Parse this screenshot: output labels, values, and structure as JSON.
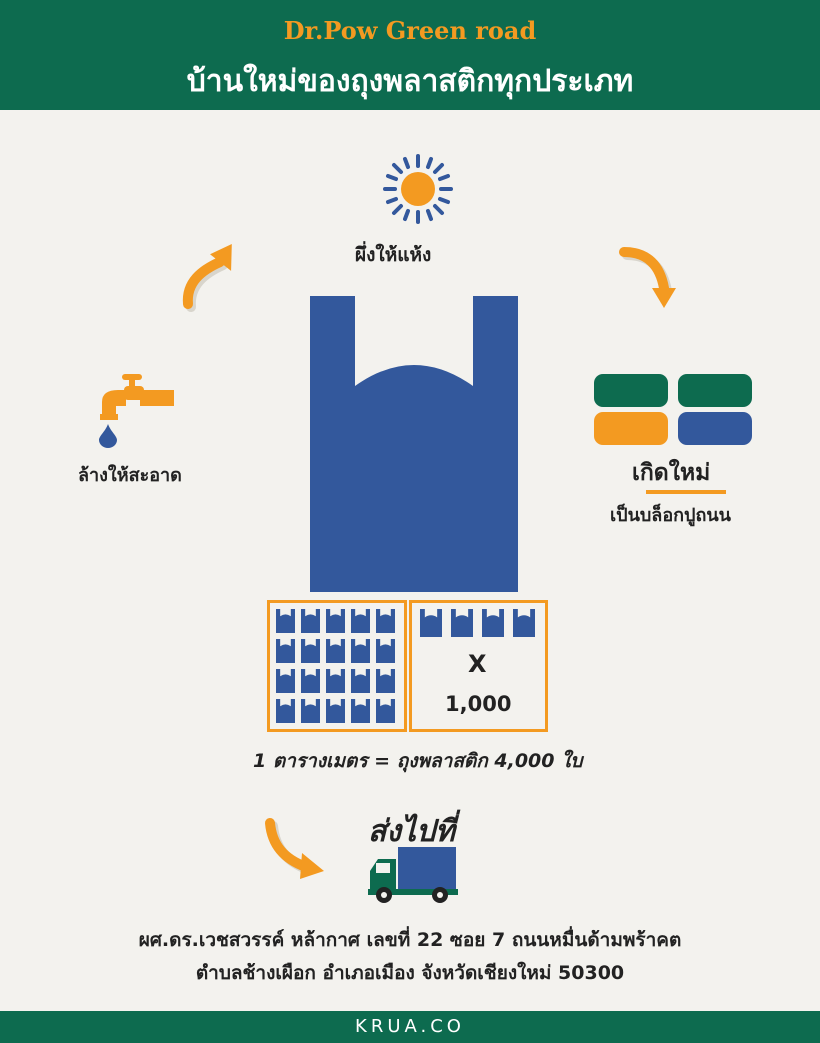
{
  "header": {
    "brand": "Dr.Pow Green road",
    "headline": "บ้านใหม่ของถุงพลาสติกทุกประเภท"
  },
  "steps": {
    "dry": "ผึ่งให้แห้ง",
    "wash": "ล้างให้สะอาด",
    "reborn": "เกิดใหม่",
    "block": "เป็นบล็อกปูถนน"
  },
  "conversion": {
    "multiplier": "X",
    "quantity": "1,000",
    "equation": "1 ตารางเมตร = ถุงพลาสติก 4,000 ใบ"
  },
  "shipping": {
    "title": "ส่งไปที่",
    "address_line1": "ผศ.ดร.เวชสวรรค์ หล้ากาศ เลขที่ 22 ซอย 7 ถนนหมื่นด้ามพร้าคต",
    "address_line2": "ตำบลช้างเผือก อำเภอเมือง จังหวัดเชียงใหม่ 50300"
  },
  "footer": {
    "logo": "KRUA.CO"
  },
  "colors": {
    "green": "#0d6b4f",
    "orange": "#f39a21",
    "blue": "#33589c",
    "background": "#f3f2ee"
  },
  "icons": [
    "sun-icon",
    "faucet-icon",
    "water-drop-icon",
    "plastic-bag-icon",
    "paving-block-icon",
    "truck-icon",
    "curved-arrow-icon"
  ]
}
